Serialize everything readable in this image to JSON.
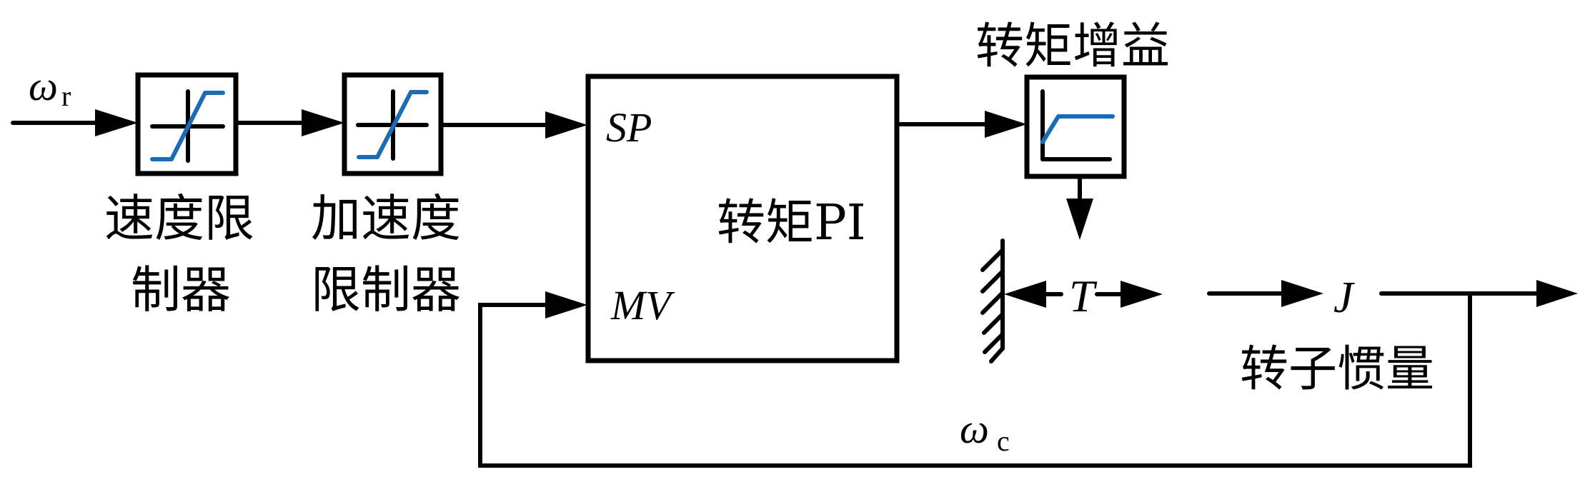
{
  "diagram": {
    "accent_color": "#1a6db4",
    "line_color": "#000000",
    "input_signal": {
      "symbol": "ω",
      "subscript": "r"
    },
    "feedback_signal": {
      "symbol": "ω",
      "subscript": "c"
    },
    "blocks": {
      "speed_limiter": {
        "label_line1": "速度限",
        "label_line2": "制器",
        "icon": "saturation-icon"
      },
      "accel_limiter": {
        "label_line1": "加速度",
        "label_line2": "限制器",
        "icon": "saturation-icon"
      },
      "torque_pi": {
        "label": "转矩PI",
        "input_sp": "SP",
        "input_mv": "MV"
      },
      "torque_gain": {
        "label": "转矩增益",
        "icon": "gain-curve-icon"
      },
      "torque": {
        "symbol": "T"
      },
      "rotor_inertia": {
        "symbol": "J",
        "label": "转子惯量"
      }
    }
  }
}
